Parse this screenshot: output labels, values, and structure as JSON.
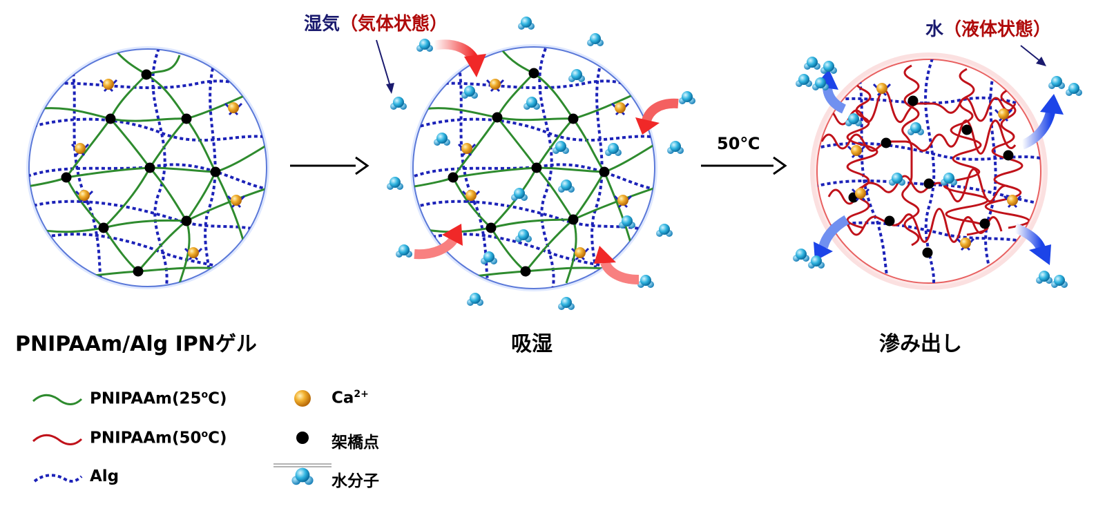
{
  "captions": {
    "left": "PNIPAAm/Alg IPNゲル",
    "middle": "吸湿",
    "right": "滲み出し"
  },
  "arrow_label": "50℃",
  "annotations": {
    "vapor_main": "湿気",
    "vapor_paren": "（気体状態）",
    "liquid_main": "水",
    "liquid_paren": "（液体状態）"
  },
  "legend": {
    "pnipaam25": "PNIPAAm(25",
    "pnipaam50": "PNIPAAm(50",
    "deg_sup": "o",
    "deg_c": "C)",
    "alg": "Alg",
    "ca": "Ca",
    "ca_sup": "2+",
    "crosslink": "架橋点",
    "water": "水分子"
  },
  "colors": {
    "pnipaam_25": "#2e8b2e",
    "pnipaam_50": "#c0121a",
    "alg": "#1c22b8",
    "ca": "#e8a020",
    "crosslink": "#000000",
    "water": "#2aa8d8",
    "inflow_arrow": "#f03030",
    "outflow_arrow": "#2244e0"
  }
}
